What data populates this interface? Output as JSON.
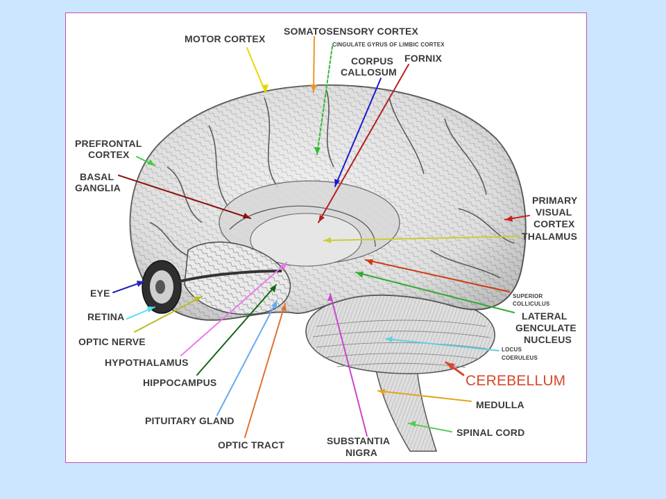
{
  "diagram": {
    "labels": {
      "motor_cortex": "MOTOR CORTEX",
      "somatosensory_cortex": "SOMATOSENSORY CORTEX",
      "cingulate_gyrus": "CINGULATE GYRUS OF LIMBIC CORTEX",
      "corpus_callosum_1": "CORPUS",
      "corpus_callosum_2": "CALLOSUM",
      "fornix": "FORNIX",
      "prefrontal_1": "PREFRONTAL",
      "prefrontal_2": "CORTEX",
      "basal_1": "BASAL",
      "basal_2": "GANGLIA",
      "primary_visual_1": "PRIMARY",
      "primary_visual_2": "VISUAL",
      "primary_visual_3": "CORTEX",
      "thalamus": "THALAMUS",
      "eye": "EYE",
      "retina": "RETINA",
      "optic_nerve": "OPTIC NERVE",
      "superior_colliculus_1": "SUPERIOR",
      "superior_colliculus_2": "COLLICULUS",
      "lateral_1": "LATERAL",
      "lateral_2": "GENCULATE",
      "lateral_3": "NUCLEUS",
      "locus_1": "LOCUS",
      "locus_2": "COERULEUS",
      "hypothalamus": "HYPOTHALAMUS",
      "cerebellum": "CEREBELLUM",
      "hippocampus": "HIPPOCAMPUS",
      "medulla": "MEDULLA",
      "pituitary_gland": "PITUITARY GLAND",
      "spinal_cord": "SPINAL CORD",
      "optic_tract": "OPTIC TRACT",
      "substantia_1": "SUBSTANTIA",
      "substantia_2": "NIGRA"
    },
    "colors": {
      "background": "#cce6ff",
      "frame_border": "#c24fae",
      "label_text": "#3a3a3a",
      "cerebellum_label": "#d9472b",
      "motor_cortex": "#e6d800",
      "somatosensory_cortex": "#e8962a",
      "cingulate_gyrus": "#33bb33",
      "corpus_callosum": "#1a1acc",
      "fornix": "#b52020",
      "prefrontal_cortex": "#44cc44",
      "basal_ganglia": "#8b1010",
      "primary_visual_cortex": "#cc2020",
      "thalamus": "#cccc33",
      "eye": "#2222bb",
      "retina": "#55ddee",
      "optic_nerve": "#bbbb22",
      "superior_colliculus": "#cc3a10",
      "lateral_geniculate": "#33aa33",
      "locus_coeruleus": "#66ccdd",
      "hypothalamus": "#ee77ee",
      "cerebellum": "#d9472b",
      "hippocampus": "#116611",
      "medulla": "#e8a020",
      "pituitary_gland": "#66aaee",
      "spinal_cord": "#55cc55",
      "optic_tract": "#e07030",
      "substantia_nigra": "#cc44cc"
    }
  }
}
